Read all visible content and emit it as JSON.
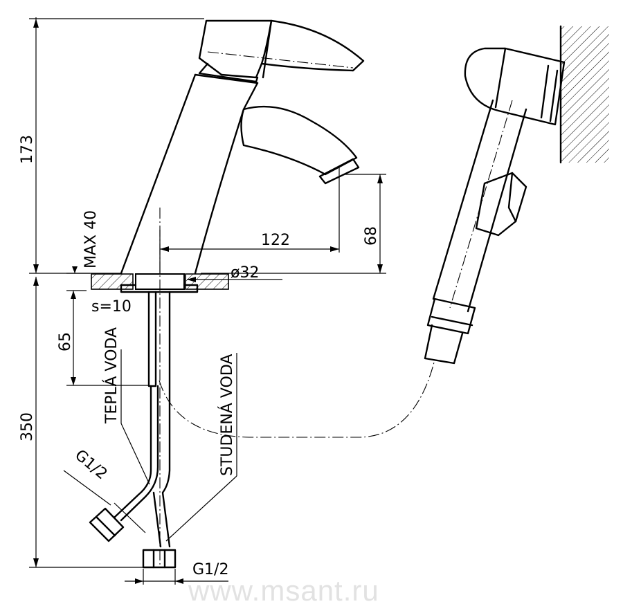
{
  "dimensions": {
    "height_top": "173",
    "height_bottom": "350",
    "spout_reach": "122",
    "spout_height": "68",
    "hole_diameter": "ø32",
    "max_thickness": "MAX 40",
    "plate_thickness": "s=10",
    "stud_length": "65",
    "thread_hot": "G1/2",
    "thread_cold": "G1/2"
  },
  "labels": {
    "hot_water": "TEPLÁ VODA",
    "cold_water": "STUDENÁ VODA"
  },
  "watermark": "www.msant.ru"
}
